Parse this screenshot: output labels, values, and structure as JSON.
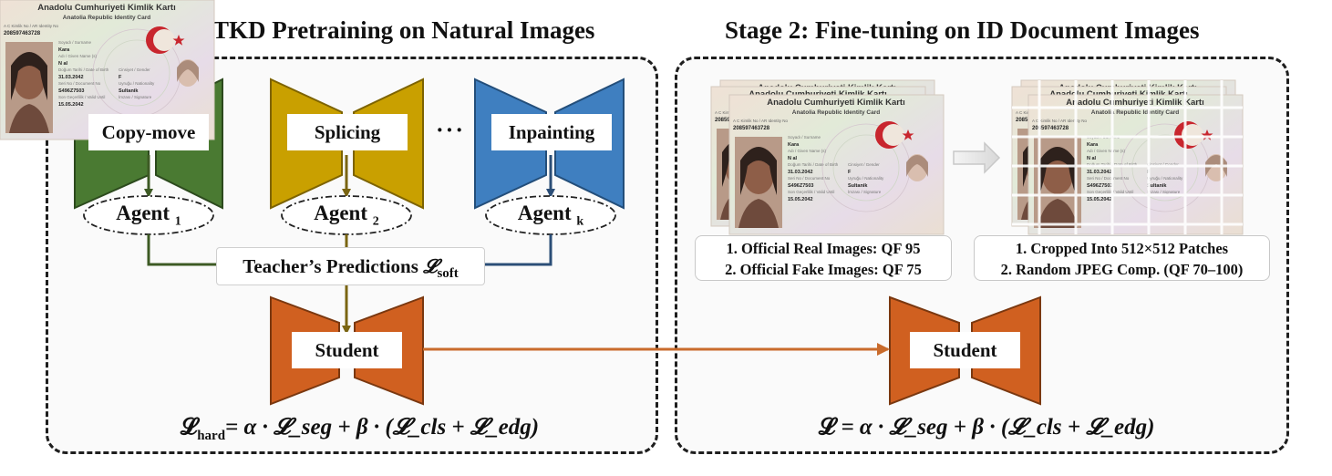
{
  "colors": {
    "copy_move": "#4a7a32",
    "splicing": "#c9a000",
    "inpainting": "#3f7fc0",
    "student": "#d06020",
    "connector_copy_move": "#3d5a24",
    "connector_splicing": "#7a6512",
    "connector_inpainting": "#2b4e77",
    "arrow_student": "#c96b2c"
  },
  "stage1": {
    "title": "Stage 1:  Re-MTKD Pretraining on Natural Images",
    "teachers": [
      {
        "label": "Copy-move",
        "agent": "Agent",
        "agent_sub": "1"
      },
      {
        "label": "Splicing",
        "agent": "Agent",
        "agent_sub": "2"
      },
      {
        "label": "Inpainting",
        "agent": "Agent",
        "agent_sub": "k"
      }
    ],
    "ellipsis": "···",
    "teacher_predictions": "Teacher’s Predictions ",
    "loss_soft_symbol": "𝓛",
    "loss_soft_sub": "soft",
    "student_label": "Student",
    "formula": {
      "lhs": "𝓛",
      "lhs_sub": "hard",
      "rhs": "= α · 𝓛_seg + β · (𝓛_cls + 𝓛_edg)"
    }
  },
  "stage2": {
    "title": "Stage 2: Fine-tuning on  ID Document Images",
    "id_card": {
      "header": "Anadolu Cumhuriyeti Kimlik Kartı",
      "subheader": "Anatolia Republic Identity Card",
      "id_label": "A C Kimlik No / AR Identity No",
      "id_number": "208597463728",
      "surname_label": "Soyadı / Surname",
      "surname": "Kara",
      "name_label": "Adı / Given Name (s)",
      "name": "N al",
      "dob_label": "Doğum Tarihi / Date of Birth",
      "dob": "31.03.2042",
      "gender_label": "Cinsiyet / Gender",
      "gender": "F",
      "doc_label": "Seri No / Document No",
      "doc_number": "S496Z7503",
      "nationality_label": "Uyruğu / Nationality",
      "nationality": "Sultanik",
      "valid_label": "Son Geçerlilik / Valid Until",
      "valid": "15.05.2042",
      "signature_label": "İmzası / Signature"
    },
    "left_captions": [
      "1. Official Real Images: QF 95",
      "2. Official Fake Images: QF 75"
    ],
    "right_captions": [
      "1. Cropped Into 512×512 Patches",
      "2. Random JPEG Comp. (QF 70–100)"
    ],
    "student_label": "Student",
    "formula": {
      "lhs": "𝓛",
      "rhs": "= α · 𝓛_seg + β · (𝓛_cls + 𝓛_edg)"
    }
  }
}
